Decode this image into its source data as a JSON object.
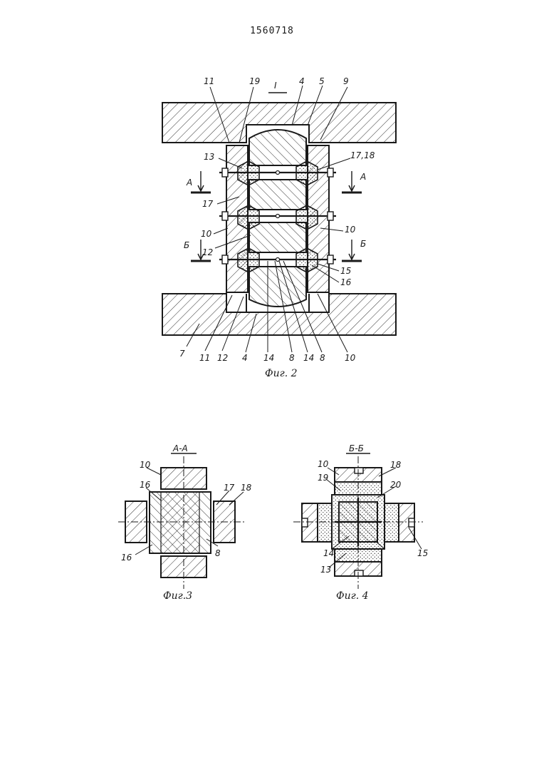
{
  "document": {
    "patent_number": "1560718"
  },
  "fig2": {
    "caption": "Фиг. 2",
    "view_mark": "I",
    "section_a": "А",
    "section_b": "Б",
    "labels": {
      "l11_top": "11",
      "l19": "19",
      "l4_top": "4",
      "l5": "5",
      "l9": "9",
      "l13": "13",
      "l17_18": "17,18",
      "l17": "17",
      "l10_left": "10",
      "l12_left": "12",
      "l10_right": "10",
      "l15": "15",
      "l16": "16",
      "l7": "7",
      "l11_bot": "11",
      "l12_bot": "12",
      "l4_bot": "4",
      "l14_a": "14",
      "l8_a": "8",
      "l14_b": "14",
      "l8_b": "8",
      "l10_bot": "10"
    }
  },
  "fig3": {
    "caption": "Фиг.3",
    "section_title": "А-А",
    "labels": {
      "l10": "10",
      "l16_top": "16",
      "l17": "17",
      "l18": "18",
      "l16_bot": "16",
      "l8": "8"
    }
  },
  "fig4": {
    "caption": "Фиг. 4",
    "section_title": "Б-Б",
    "labels": {
      "l10": "10",
      "l18": "18",
      "l19": "19",
      "l20": "20",
      "l14": "14",
      "l15": "15",
      "l13": "13"
    }
  }
}
